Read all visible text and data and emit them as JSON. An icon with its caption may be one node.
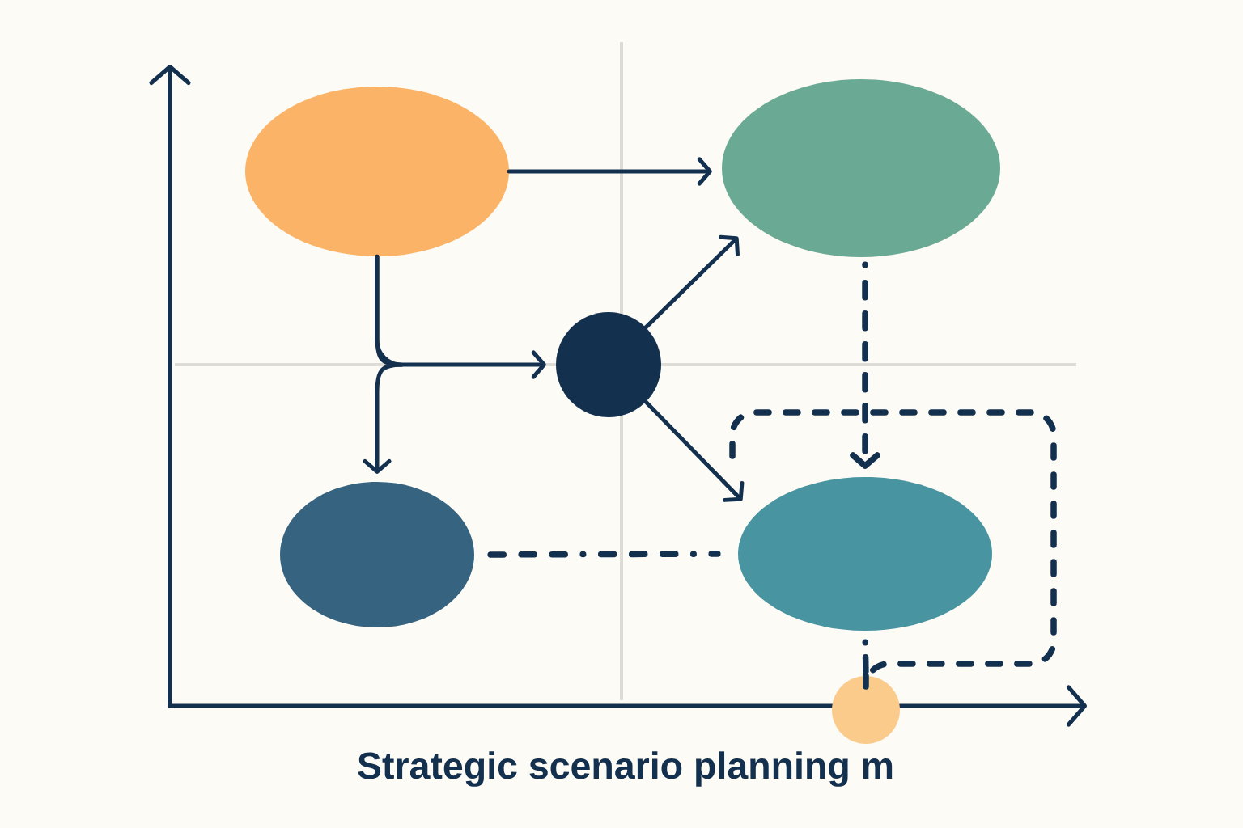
{
  "diagram": {
    "caption": "Strategic scenario planning m",
    "nodes": [
      {
        "text": [],
        "shape": "ellipse"
      },
      {
        "text": [],
        "shape": "ellipse"
      },
      {
        "text": [],
        "shape": "circle"
      },
      {
        "text": [],
        "shape": "ellipse"
      },
      {
        "text": [],
        "shape": "ellipse"
      },
      {
        "text": [],
        "shape": "circle"
      }
    ],
    "edges": [
      {
        "from": 0,
        "to": 1,
        "arrow": "to"
      },
      {
        "from": 0,
        "to": 2,
        "arrow": "to"
      },
      {
        "from": 0,
        "to": 3,
        "arrow": "to"
      },
      {
        "from": 2,
        "to": 1,
        "arrow": "to"
      },
      {
        "from": 2,
        "to": 4,
        "arrow": "to"
      },
      {
        "from": 1,
        "to": 4,
        "arrow": "to",
        "style": "dashed"
      },
      {
        "from": 3,
        "to": 4,
        "arrow": "none",
        "style": "dashed"
      },
      {
        "from": 4,
        "to": 5,
        "arrow": "none",
        "style": "dashed"
      },
      {
        "from": 5,
        "to": 4,
        "arrow": "none",
        "style": "dashed"
      }
    ]
  }
}
